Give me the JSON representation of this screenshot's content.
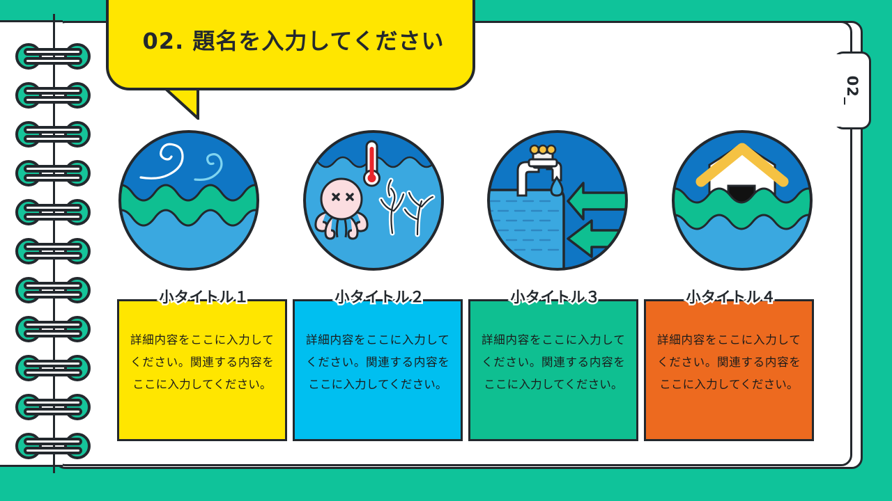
{
  "slide": {
    "background_color": "#0FC39A",
    "page_color": "#FFFFFF",
    "outline_color": "#23282D"
  },
  "tab": {
    "label": "02_"
  },
  "header": {
    "title": "02. 題名を入力してください",
    "bubble_color": "#FFE600"
  },
  "icons": [
    {
      "name": "ocean-wind-waves-icon",
      "sky_color": "#0F76C4",
      "wave_green": "#0FBF91",
      "wave_blue": "#3AA8E0"
    },
    {
      "name": "coral-bleaching-thermometer-icon",
      "sea_color": "#3AA8E0",
      "deep_sea_color": "#0F76C4",
      "thermometer_color": "#E8262B",
      "octopus_color": "#FBDDE0"
    },
    {
      "name": "faucet-water-supply-icon",
      "sky_color": "#0F76C4",
      "water_color": "#3AA8E0",
      "arrow_color": "#0FBF91"
    },
    {
      "name": "flooded-house-icon",
      "sky_color": "#0F76C4",
      "roof_color": "#F5C243",
      "wave_green": "#0FBF91",
      "wave_blue": "#3AA8E0"
    }
  ],
  "cards": [
    {
      "title": "小タイトル１",
      "body": "詳細内容をここに入力してください。関連する内容をここに入力してください。",
      "color": "#FFE600"
    },
    {
      "title": "小タイトル２",
      "body": "詳細内容をここに入力してください。関連する内容をここに入力してください。",
      "color": "#00BFF0"
    },
    {
      "title": "小タイトル３",
      "body": "詳細内容をここに入力してください。関連する内容をここに入力してください。",
      "color": "#0FBF91"
    },
    {
      "title": "小タイトル４",
      "body": "詳細内容をここに入力してください。関連する内容をここに入力してください。",
      "color": "#ED6A1F"
    }
  ]
}
